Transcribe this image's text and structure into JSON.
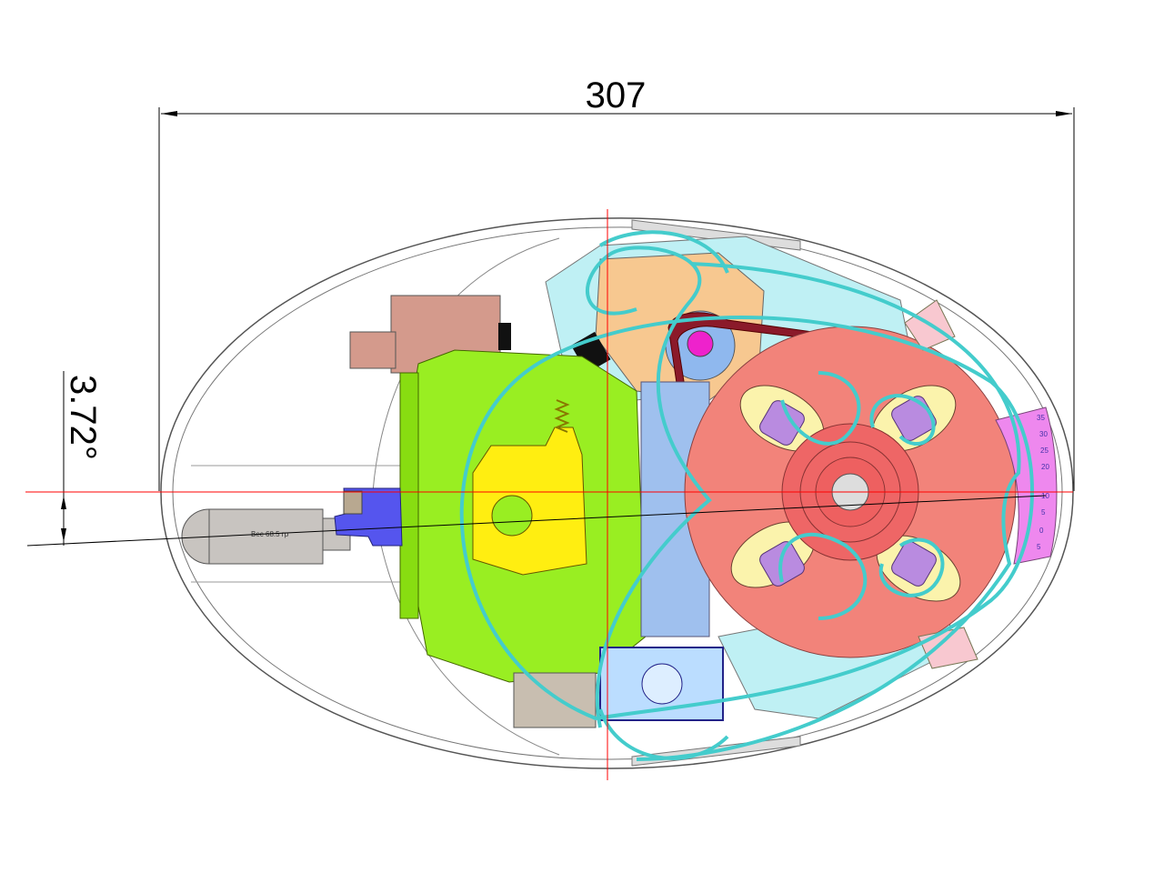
{
  "drawing": {
    "width_dimension": "307",
    "angle_dimension": "3.72°",
    "weight_label": "Вес 68.5 гр",
    "scale_labels": [
      "35",
      "30",
      "25",
      "20",
      "10",
      "5",
      "0",
      "5"
    ]
  },
  "colors": {
    "disc": "#f2837a",
    "body_green": "#99ee22",
    "yellow_part": "#ffee11",
    "blue_strip": "#9fc0ee",
    "orange_plate": "#f7c890",
    "cyan_spring": "#44cccc",
    "brown_block": "#d49a8c",
    "protractor": "#ee88ee",
    "axis_red": "#ff0000"
  }
}
